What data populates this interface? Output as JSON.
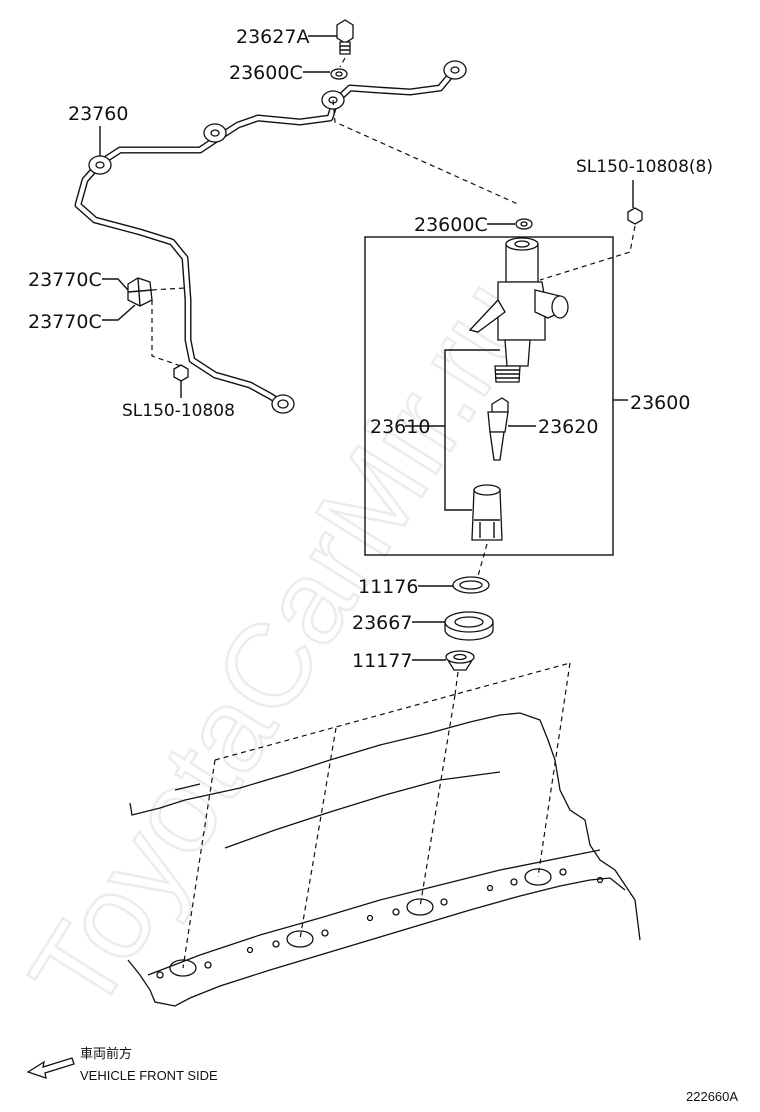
{
  "watermark": "ToyotaCarMir.ru",
  "labels": {
    "bolt": "23627A",
    "gasket_top": "23600C",
    "fuel_pipe": "23760",
    "clamp_a": "23770C",
    "clamp_b": "23770C",
    "nut_pipe": "SL150-10808",
    "nut_injector": "SL150-10808(8)",
    "gasket_injector": "23600C",
    "injector_assy": "23600",
    "injector_body": "23610",
    "nozzle": "23620",
    "seal_ring": "11176",
    "holder_seal": "23667",
    "washer": "11177"
  },
  "front_caption": {
    "japanese": "車両前方",
    "english": "VEHICLE FRONT SIDE",
    "arrow_icon": "arrow-left-icon"
  },
  "figure_code": "222660A"
}
